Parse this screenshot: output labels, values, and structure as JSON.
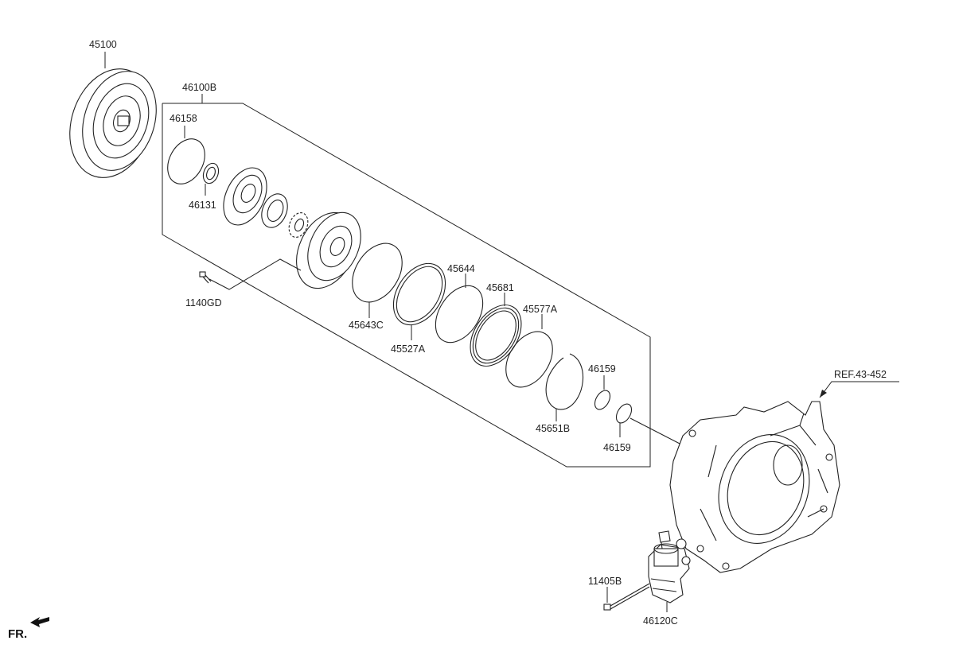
{
  "labels": {
    "p45100": "45100",
    "p46100B": "46100B",
    "p46158": "46158",
    "p46131": "46131",
    "p1140GD": "1140GD",
    "p45643C": "45643C",
    "p45527A": "45527A",
    "p45644": "45644",
    "p45681": "45681",
    "p45577A": "45577A",
    "p46159a": "46159",
    "p45651B": "45651B",
    "p46159b": "46159",
    "ref": "REF.43-452",
    "p11405B": "11405B",
    "p46120C": "46120C",
    "fr": "FR."
  }
}
